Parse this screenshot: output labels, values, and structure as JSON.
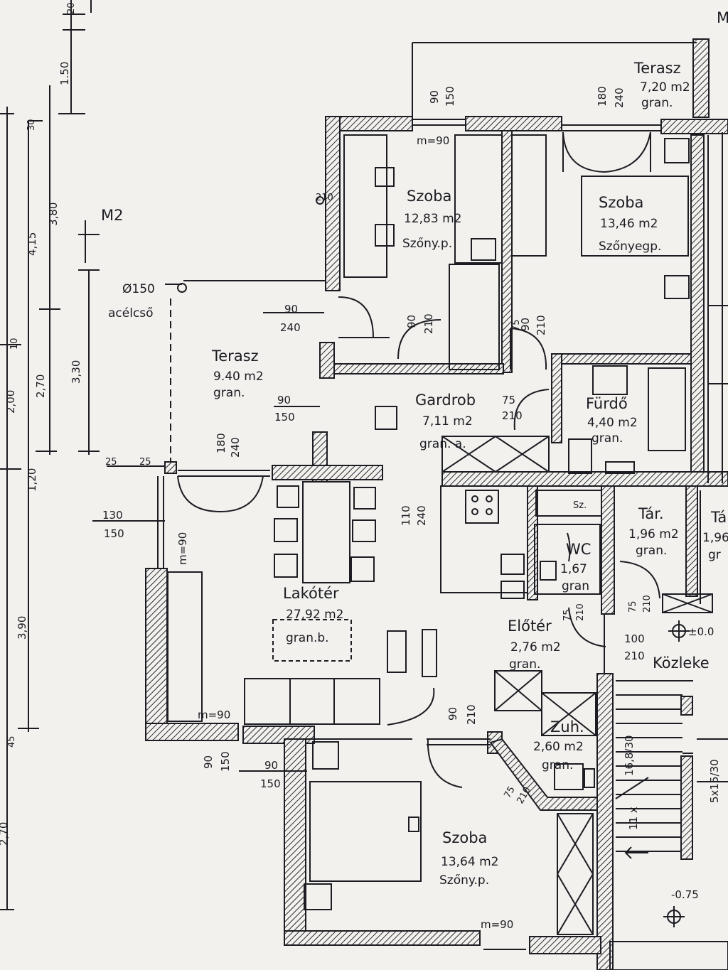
{
  "rooms": {
    "szoba1": {
      "name": "Szoba",
      "area": "12,83 m2",
      "material": "Szőny.p."
    },
    "szoba2": {
      "name": "Szoba",
      "area": "13,46 m2",
      "material": "Szőnyegp."
    },
    "szoba3": {
      "name": "Szoba",
      "area": "13,64 m2",
      "material": "Szőny.p."
    },
    "terasz_top": {
      "name": "Terasz",
      "area": "7,20 m2",
      "material": "gran."
    },
    "terasz": {
      "name": "Terasz",
      "area": "9.40 m2",
      "material": "gran."
    },
    "gardrob": {
      "name": "Gardrob",
      "area": "7,11 m2",
      "material": "gran. a."
    },
    "furdo": {
      "name": "Fürdő",
      "area": "4,40 m2",
      "material": "gran."
    },
    "tar1": {
      "name": "Tár.",
      "area": "1,96 m2",
      "material": "gran."
    },
    "tar2": {
      "name": "Tá",
      "area": "1,96",
      "material": "gr"
    },
    "wc": {
      "name": "WC",
      "area": "1,67",
      "material": "gran"
    },
    "lakoter": {
      "name": "Lakótér",
      "area": "27,92 m2",
      "material": "gran.b."
    },
    "eloter": {
      "name": "Előtér",
      "area": "2,76 m2",
      "material": "gran."
    },
    "zuh": {
      "name": "Zuh.",
      "area": "2,60 m2",
      "material": "gran."
    },
    "kozlek": {
      "name": "Közleke"
    }
  },
  "annotations": {
    "m2": "M2",
    "pillar_size": "Ø150",
    "pillar_type": "acélcső",
    "m90_top": "m=90",
    "m90_left": "m=90",
    "m90_living": "m=90",
    "m90_bottom": "m=90",
    "sz": "Sz.",
    "level_0": "±0.0",
    "level_neg": "-0.75",
    "stair1": "16,8/30",
    "stair2": "5x15/30",
    "stair3": "11 x",
    "m_corner": "M"
  },
  "openings": {
    "d1_w": "90",
    "d1_h": "240",
    "d2_w": "90",
    "d2_h": "150",
    "d3_w": "90",
    "d3_h": "210",
    "d4_w": "90",
    "d4_h": "210",
    "d5_w": "75",
    "d5_h": "210",
    "d6_w": "180",
    "d6_h": "240",
    "d7_w": "110",
    "d7_h": "240",
    "d8_w": "130",
    "d8_h": "150",
    "d9_w": "75",
    "d9_h": "210",
    "d10_w": "100",
    "d10_h": "210",
    "d11_w": "75",
    "d11_h": "210",
    "d12_w": "90",
    "d12_h": "210",
    "d13_w": "90",
    "d13_h": "150",
    "d14_w": "90",
    "d14_h": "150",
    "d15_w": "75",
    "d15_h": "210",
    "d16_w": "90",
    "d16_h": "150",
    "d17_w": "180",
    "d17_h": "240",
    "d18_w": "25",
    "d18_h": "25",
    "d19_w": "75",
    "d19_h": "210"
  },
  "dimensions": {
    "v1": "1.50",
    "v2": "4,15",
    "v3": "3,80",
    "v4": "3,30",
    "v5": "2,70",
    "v6": "2,00",
    "v7": "1,20",
    "v8": "3,90",
    "v9": "2,70",
    "v10": "30",
    "v11": "10",
    "v12": "45",
    "v13": "20"
  }
}
